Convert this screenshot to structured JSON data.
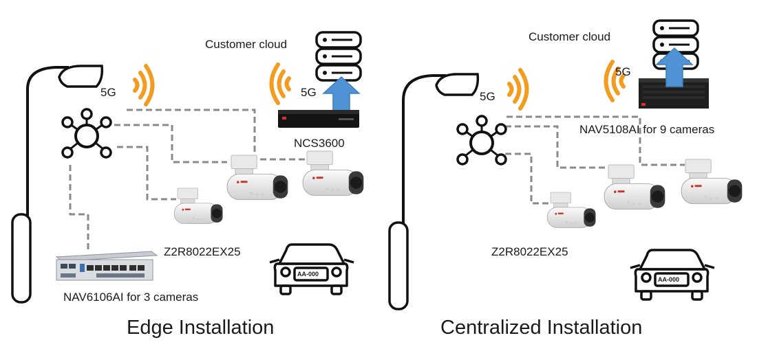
{
  "colors": {
    "signal": "#f39c1f",
    "upload_arrow": "#4f93d4",
    "link_dashed": "#8a8a8a",
    "outline": "#111111"
  },
  "panels": {
    "edge": {
      "title": "Edge Installation",
      "cloud_label": "Customer cloud",
      "pole_signal_label": "5G",
      "gateway_signal_label": "5G",
      "gateway_label": "NCS3600",
      "camera_label": "Z2R8022EX25",
      "controller_label": "NAV6106AI for 3 cameras",
      "plate_text": "AA-000"
    },
    "centralized": {
      "title": "Centralized Installation",
      "cloud_label": "Customer cloud",
      "pole_signal_label": "5G",
      "server_signal_label": "5G",
      "server_label": "NAV5108AI for 9 cameras",
      "camera_label": "Z2R8022EX25",
      "plate_text": "AA-000"
    }
  }
}
